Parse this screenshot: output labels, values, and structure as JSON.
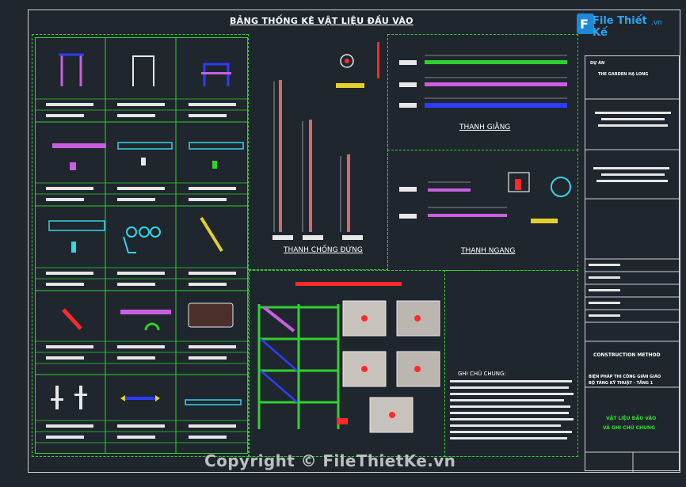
{
  "drawing": {
    "title": "BẢNG THỐNG KÊ VẬT LIỆU ĐẦU VÀO",
    "labels": {
      "thanh_giang": "THANH GIẰNG",
      "thanh_chong_dung": "THANH CHỐNG ĐỨNG",
      "thanh_ngang": "THANH NGANG",
      "ghi_chu": "GHI CHÚ CHUNG:"
    }
  },
  "title_block": {
    "du_an_label": "DỰ ÁN",
    "du_an_value": "THE GARDEN HẠ LONG",
    "method": "CONSTRUCTION METHOD",
    "bien_phap": "BIỆN PHÁP THI CÔNG GIÀN GIÁO",
    "bp_sub": "BỘ TÀNG KỸ THUẬT - TẦNG 1",
    "ten_ban_ve_1": "VẬT LIỆU ĐẦU VÀO",
    "ten_ban_ve_2": "VÀ GHI CHÚ CHUNG"
  },
  "logo": {
    "text": "File Thiết Kế",
    "suffix": ".vn"
  },
  "watermark": "Copyright © FileThietKe.vn",
  "colors": {
    "grid": "#2fd12f",
    "bg": "#1f262d",
    "magenta": "#c85fe0",
    "cyan": "#37d4e6",
    "blue": "#2d3cff",
    "red": "#ff2b2b"
  }
}
